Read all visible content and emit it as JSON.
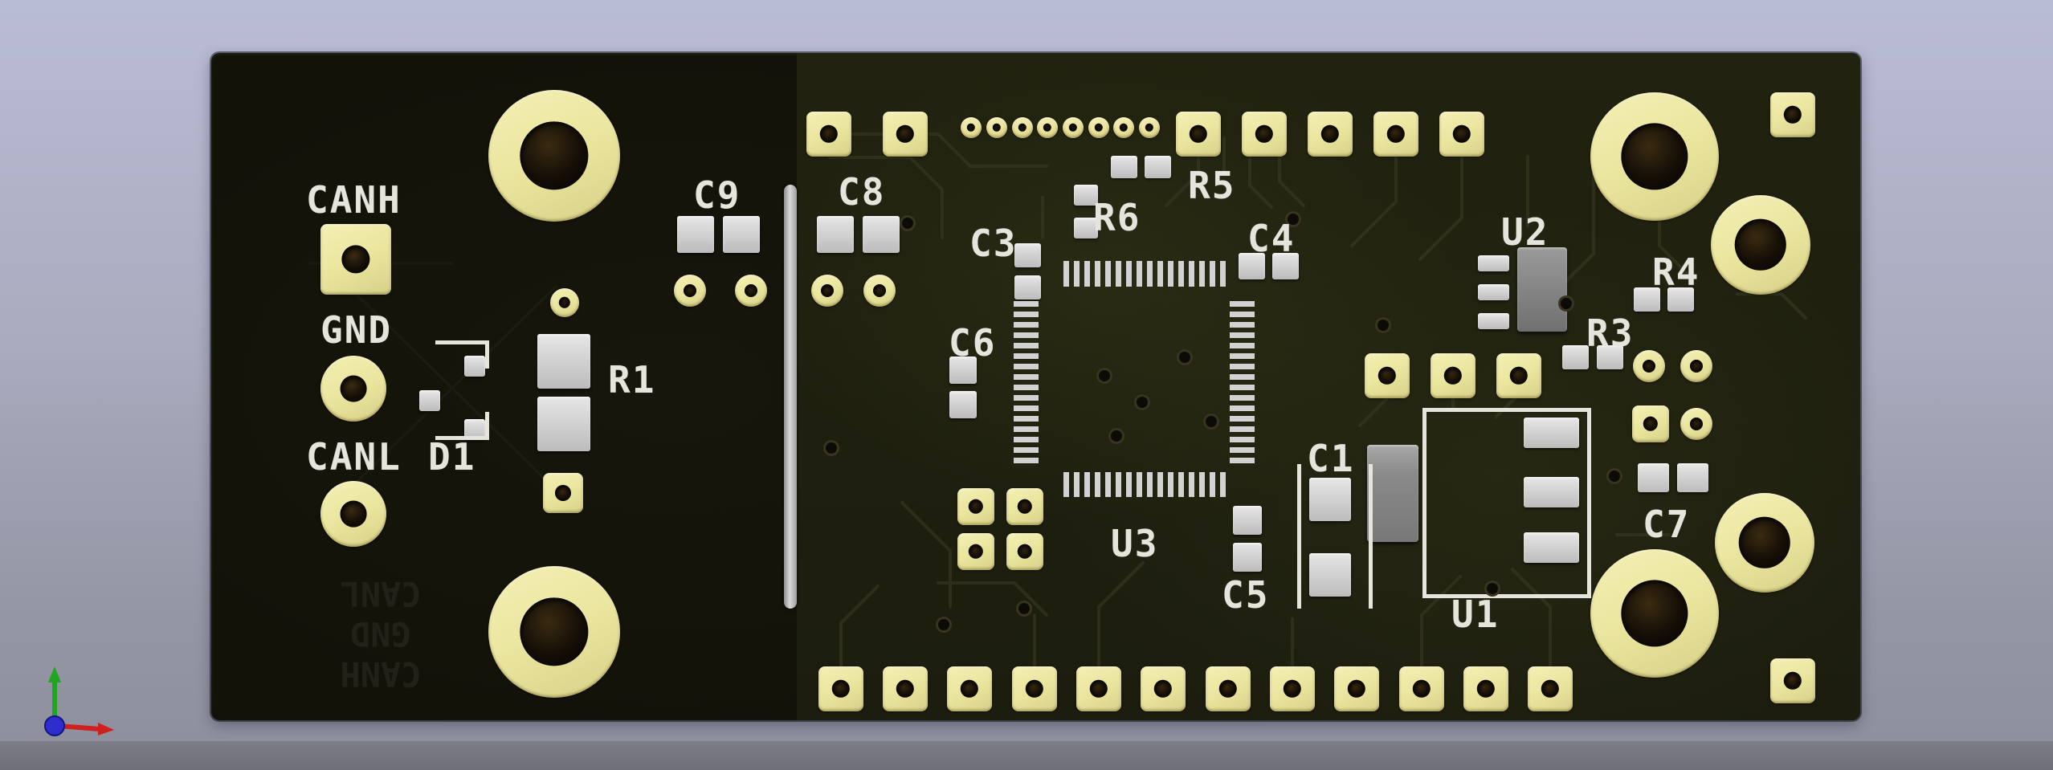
{
  "viewer": {
    "description": "PCB 3D viewer canvas",
    "axis_indicator": {
      "x_color": "#cf1f1f",
      "y_color": "#1fa51f",
      "z_color": "#2d2dd0"
    }
  },
  "colors": {
    "background_top": "#b9bcd5",
    "background_bottom": "#8d8f9c",
    "bottom_bar": "#75757f",
    "board_dark": "#14140b",
    "board_copper_zone": "#20210f",
    "pad_gold": "#ece8a0",
    "pad_silver": "#d0d0d0",
    "silkscreen": "#e6e4dc",
    "trace": "#3c3d24"
  },
  "silkscreen": {
    "canh": "CANH",
    "gnd": "GND",
    "canl": "CANL",
    "d1": "D1",
    "r1": "R1",
    "c9": "C9",
    "c8": "C8",
    "c3": "C3",
    "r6": "R6",
    "r5": "R5",
    "c6": "C6",
    "c4": "C4",
    "u2": "U2",
    "r4": "R4",
    "r3": "R3",
    "c1": "C1",
    "u3": "U3",
    "c5": "C5",
    "c7": "C7",
    "u1": "U1"
  },
  "ghost_back_silkscreen": [
    "CANH",
    "GND",
    "CANL"
  ]
}
